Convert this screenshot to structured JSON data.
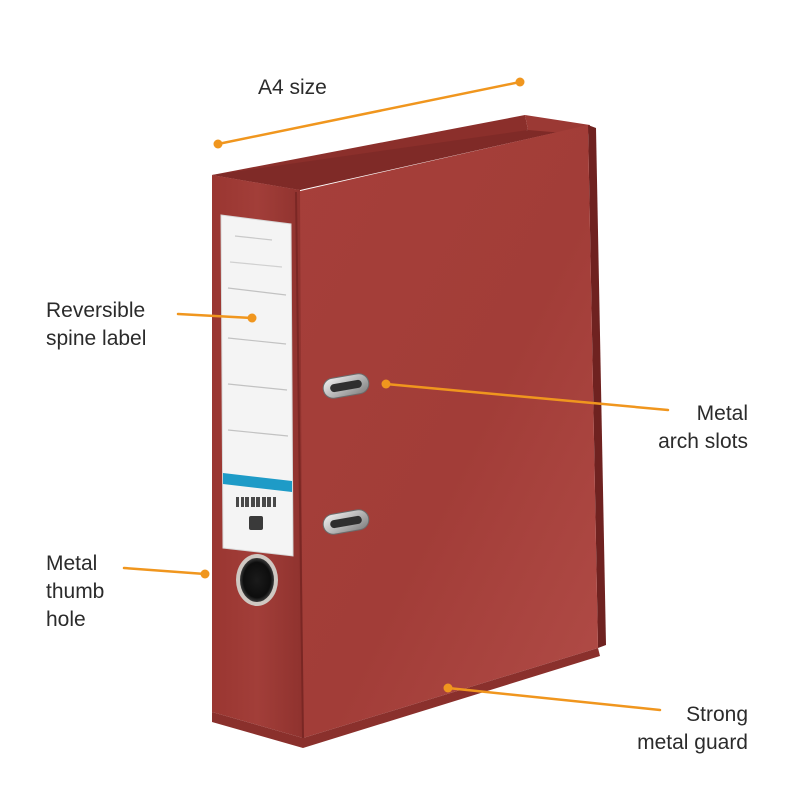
{
  "colors": {
    "binder_front": "#a23d38",
    "binder_spine": "#9c3833",
    "binder_top": "#8b2f2b",
    "binder_side": "#7c2825",
    "leader_line": "#f0961e",
    "label_text": "#2b2b2b",
    "label_stripe": "#1e9bc7"
  },
  "icons": [
    "binder-illustration",
    "ring-hole-icon",
    "metal-slot-icon",
    "barcode-icon",
    "logo-mark-icon"
  ],
  "callouts": {
    "size": {
      "lines": [
        "A4 size"
      ]
    },
    "spine_label": {
      "lines": [
        "Reversible",
        "spine label"
      ]
    },
    "arch_slots": {
      "lines": [
        "Metal",
        "arch slots"
      ]
    },
    "thumb_hole": {
      "lines": [
        "Metal",
        "thumb",
        "hole"
      ]
    },
    "guard": {
      "lines": [
        "Strong",
        "metal guard"
      ]
    }
  }
}
